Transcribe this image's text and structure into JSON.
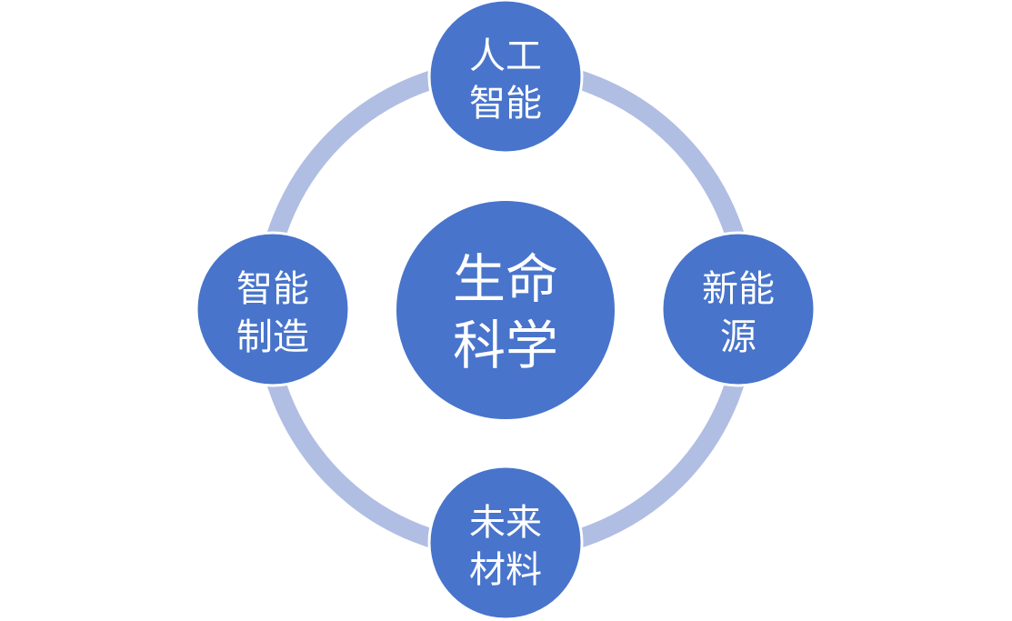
{
  "colors": {
    "node_fill": "#4874CB",
    "ring": "#B0BEE3",
    "node_stroke": "#FFFFFF",
    "background": "#FFFFFF"
  },
  "center": {
    "lines": [
      "生命",
      "科学"
    ]
  },
  "nodes": [
    {
      "id": "top",
      "lines": [
        "人工",
        "智能"
      ]
    },
    {
      "id": "right",
      "lines": [
        "新能",
        "源"
      ]
    },
    {
      "id": "bottom",
      "lines": [
        "未来",
        "材料"
      ]
    },
    {
      "id": "left",
      "lines": [
        "智能",
        "制造"
      ]
    }
  ]
}
